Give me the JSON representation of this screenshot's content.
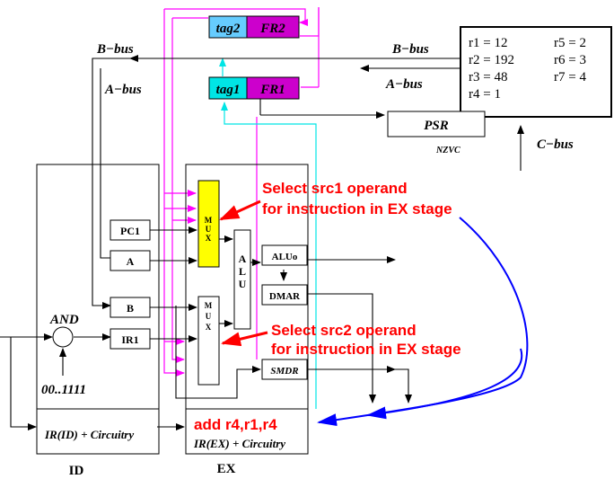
{
  "registers": {
    "tag2": "tag2",
    "fr2": "FR2",
    "tag1": "tag1",
    "fr1": "FR1"
  },
  "buses": {
    "b_bus_left": "B−bus",
    "a_bus_left": "A−bus",
    "b_bus_right": "B−bus",
    "a_bus_right": "A−bus",
    "c_bus": "C−bus"
  },
  "regfile": {
    "left": [
      "r1 = 12",
      "r2 = 192",
      "r3 = 48",
      "r4 = 1"
    ],
    "right": [
      "r5 = 2",
      "r6 = 3",
      "r7 = 4"
    ]
  },
  "psr": {
    "label": "PSR",
    "flags": "NZVC"
  },
  "id_stage": {
    "and_label": "AND",
    "const_label": "00..1111",
    "ir_label": "IR(ID) + Circuitry",
    "stage_label": "ID"
  },
  "ex_stage": {
    "pc1": "PC1",
    "a": "A",
    "b": "B",
    "ir1": "IR1",
    "mux1": [
      "M",
      "U",
      "X"
    ],
    "mux2": [
      "M",
      "U",
      "X"
    ],
    "alu": [
      "A",
      "L",
      "U"
    ],
    "aluo": "ALUo",
    "dmar": "DMAR",
    "smdr": "SMDR",
    "instruction": "add r4,r1,r4",
    "ir_label": "IR(EX) + Circuitry",
    "stage_label": "EX"
  },
  "annotations": {
    "src1_line1": "Select src1 operand",
    "src1_line2": "for instruction in EX stage",
    "src2_line1": "Select src2 operand",
    "src2_line2": "for instruction in EX stage"
  },
  "colors": {
    "tag_fill": "#66ccff",
    "tag1_fill": "#00e5e5",
    "fr_fill": "#cc00cc",
    "mux_yellow": "#ffff00",
    "annotation_red": "#ff0000",
    "arrow_blue": "#0000ff",
    "magenta_wire": "#ff00ff",
    "cyan_wire": "#00ffff"
  }
}
